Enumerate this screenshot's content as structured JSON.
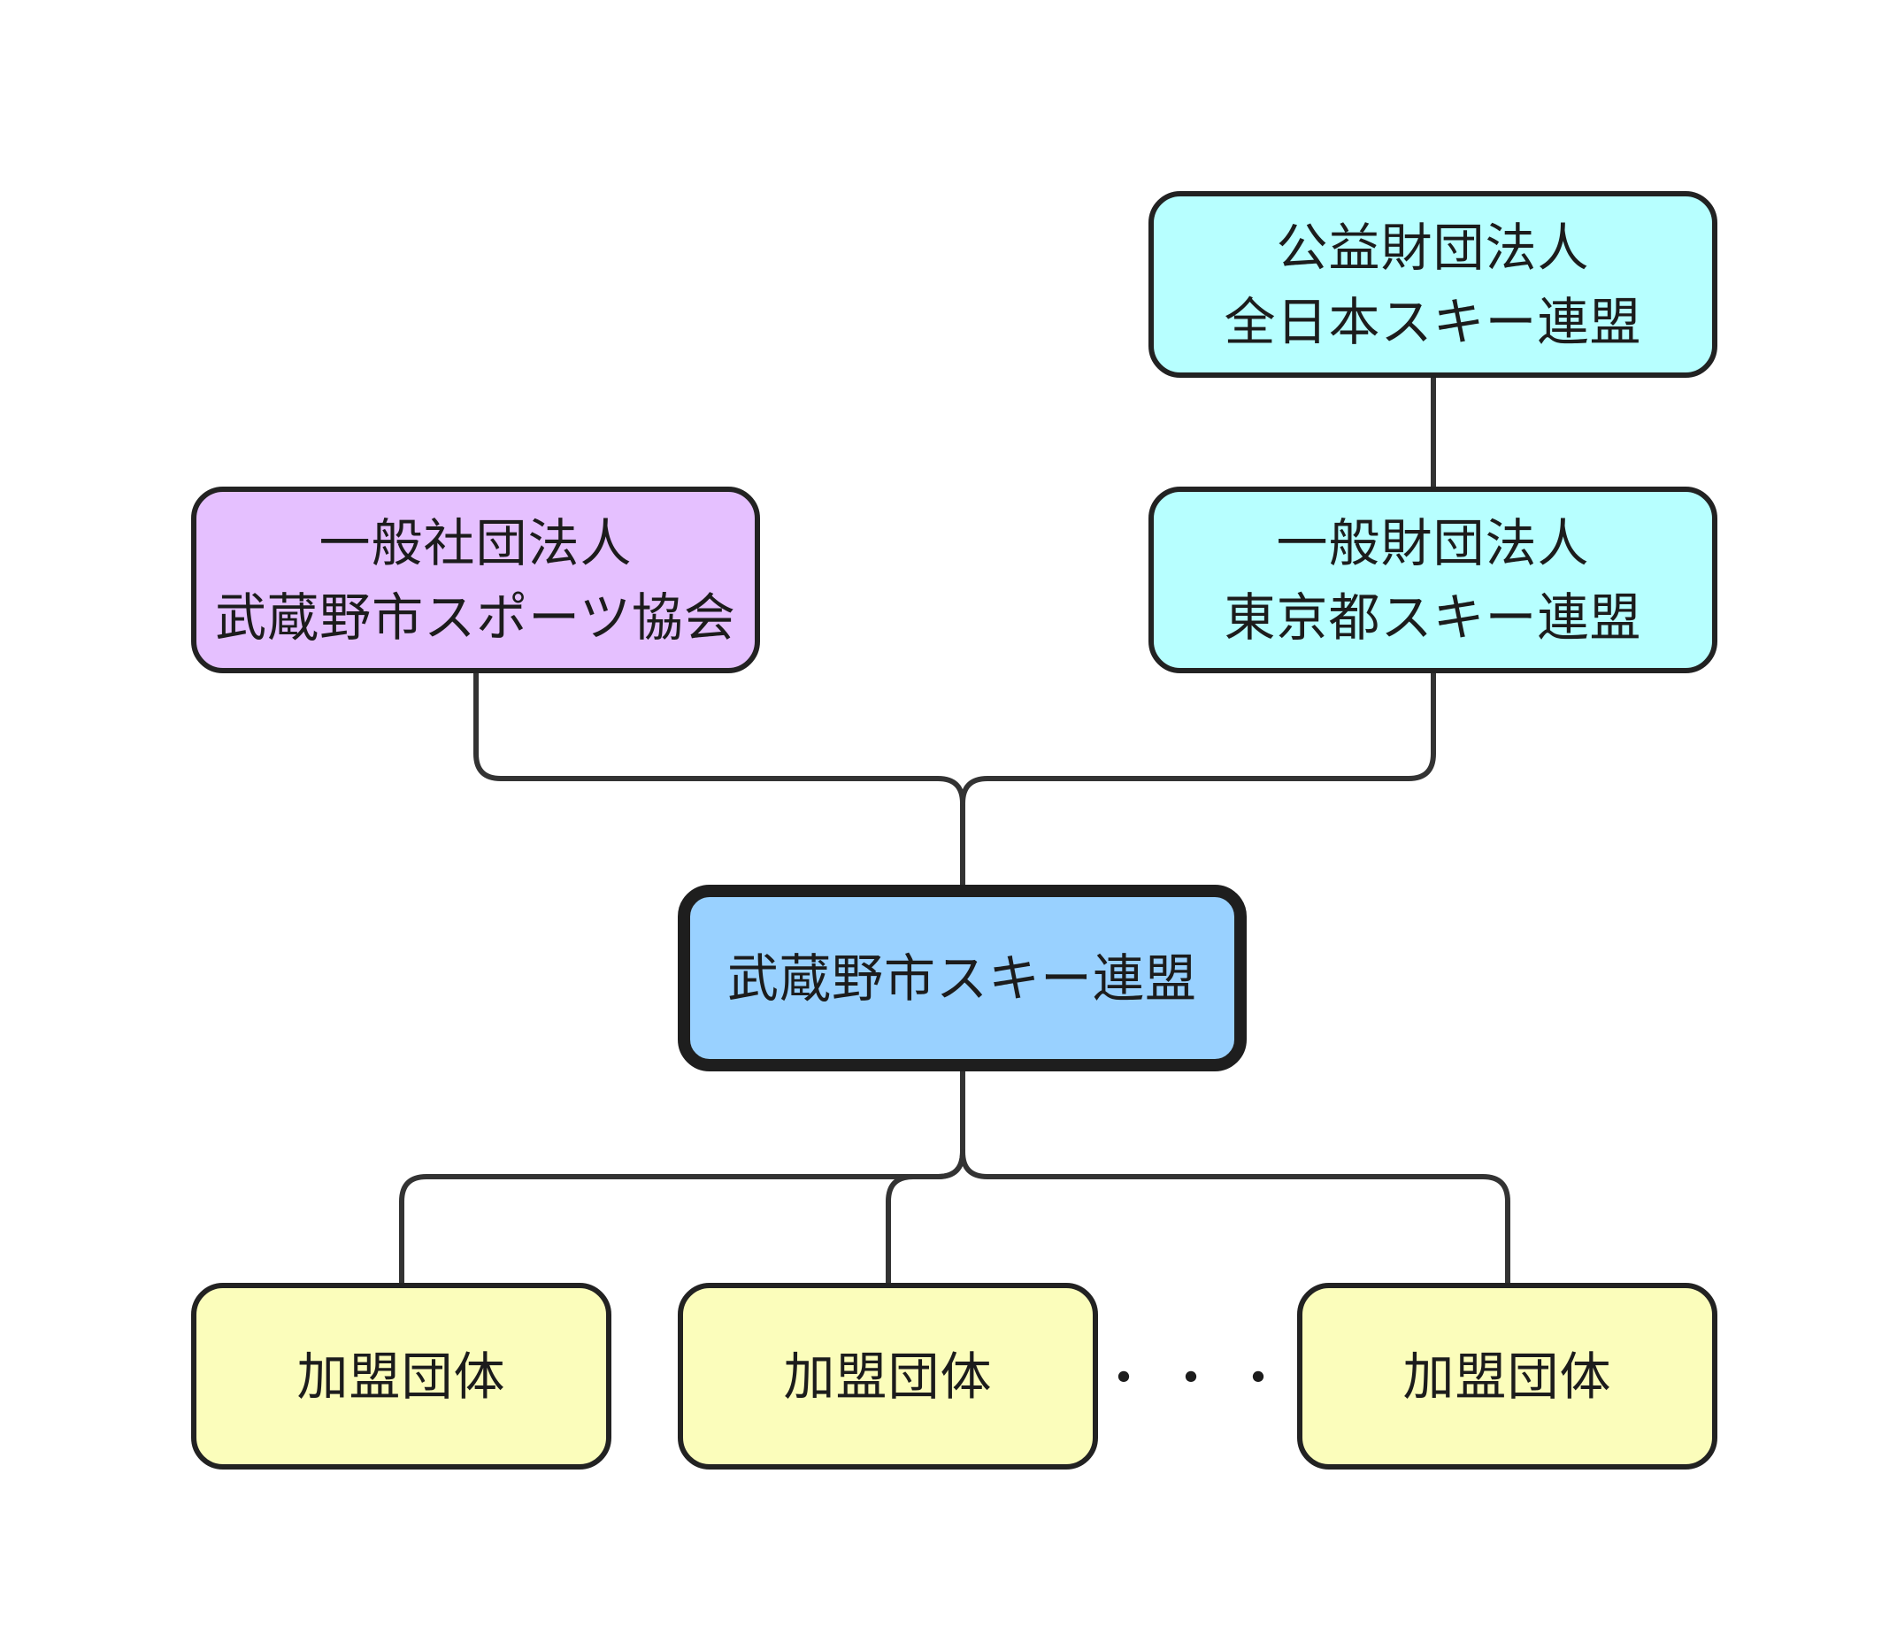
{
  "colors": {
    "national_fill": "#b7ffff",
    "association_fill": "#e5c0ff",
    "main_fill": "#99d1ff",
    "member_fill": "#fbfdbb",
    "border": "#222222",
    "edge": "#333333"
  },
  "nodes": {
    "jsaf": {
      "line1": "公益財団法人",
      "line2": "全日本スキー連盟"
    },
    "tokyo": {
      "line1": "一般財団法人",
      "line2": "東京都スキー連盟"
    },
    "sports": {
      "line1": "一般社団法人",
      "line2": "武蔵野市スポーツ協会"
    },
    "main": {
      "label": "武蔵野市スキー連盟"
    },
    "members": [
      {
        "label": "加盟団体"
      },
      {
        "label": "加盟団体"
      },
      {
        "label": "加盟団体"
      }
    ]
  },
  "ellipsis": "・・・"
}
